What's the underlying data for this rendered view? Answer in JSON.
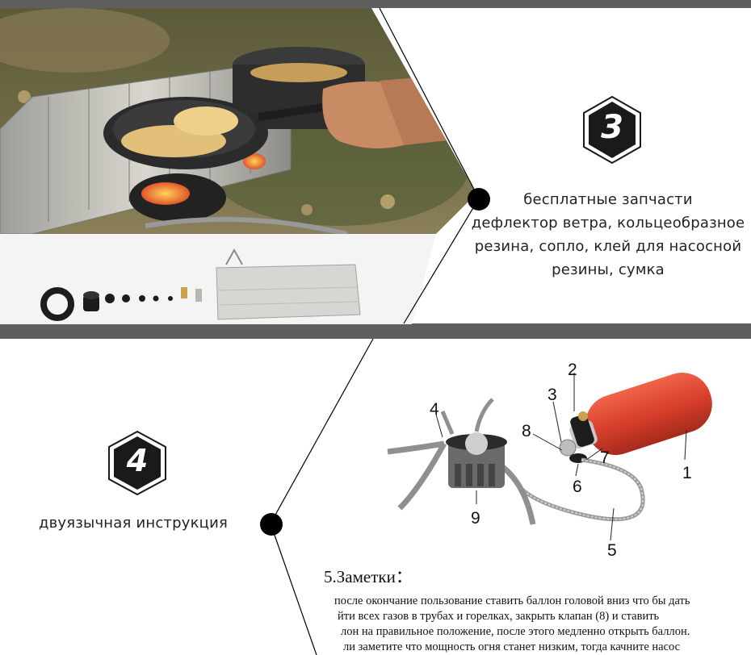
{
  "section3": {
    "badge_number": "3",
    "caption_lines": [
      "бесплатные запчасти",
      "дефлектор ветра, кольцеобразное",
      "резина, сопло, клей для насосной",
      "резины, сумка"
    ]
  },
  "section4": {
    "badge_number": "4",
    "caption": "двуязычная инструкция"
  },
  "diagram": {
    "part_labels": [
      "1",
      "2",
      "3",
      "4",
      "5",
      "6",
      "7",
      "8",
      "9"
    ]
  },
  "notes": {
    "title": "5.Заметки：",
    "lines": [
      "после окончание пользование ставить баллон головой вниз что бы дать",
      "йти всех газов  в трубах и горелках, закрыть клапан (8) и ставить",
      "лон на правильное положение, после этого медленно открыть баллон.",
      "ли заметите что мощность огня станет низким, тогда качните насос"
    ]
  },
  "colors": {
    "band": "#5f5f5f",
    "badge_dark": "#1a1a1a",
    "bottle_red": "#d8402b"
  }
}
